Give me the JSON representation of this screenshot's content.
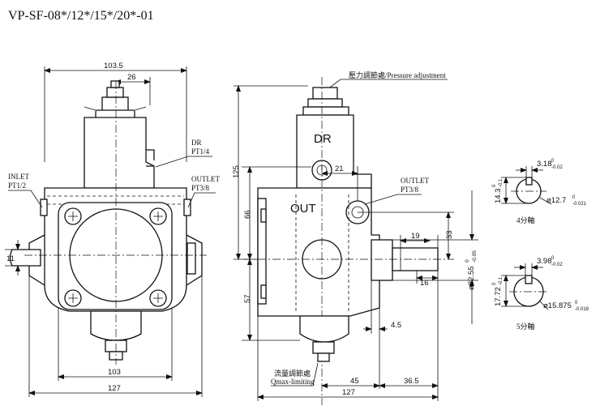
{
  "title": "VP-SF-08*/12*/15*/20*-01",
  "front_view": {
    "dims": {
      "top_width": "103.5",
      "offset_26": "26",
      "bottom_inner": "103",
      "bottom_overall": "127",
      "shaft_dia": "11"
    },
    "labels": {
      "inlet_name": "INLET",
      "inlet_size": "PT1/2",
      "outlet_name": "OUTLET",
      "outlet_size": "PT3/8",
      "drain_name": "DR",
      "drain_size": "PT1/4"
    }
  },
  "side_view": {
    "dims": {
      "height_125": "125",
      "height_66": "66",
      "height_57": "57",
      "offset_21": "21",
      "offset_33": "33",
      "pilot_dia": "ø82.55",
      "pilot_tol_upper": "0",
      "pilot_tol_lower": "-0.05",
      "shaft_19": "19",
      "shaft_16": "16",
      "flange_4_5": "4.5",
      "base_45": "45",
      "base_36_5": "36.5",
      "overall_127": "127"
    },
    "labels": {
      "pressure_adj": "壓力調節處/Pressure adjustment",
      "flow_adj_cn": "流量調節處",
      "flow_adj_en": "Qmax-limiting",
      "dr_mark": "DR",
      "out_mark": "OUT",
      "outlet_name": "OUTLET",
      "outlet_size": "PT3/8"
    }
  },
  "shafts": [
    {
      "key_width": "3.18",
      "key_tol_upper": "0",
      "key_tol_lower": "-0.02",
      "key_height": "14.3",
      "height_tol_upper": "0",
      "height_tol_lower": "-0.1",
      "dia": "ø12.7",
      "dia_tol_upper": "0",
      "dia_tol_lower": "-0.021",
      "caption": "4分軸"
    },
    {
      "key_width": "3.98",
      "key_tol_upper": "0",
      "key_tol_lower": "-0.02",
      "key_height": "17.72",
      "height_tol_upper": "0",
      "height_tol_lower": "-0.1",
      "dia": "ø15.875",
      "dia_tol_upper": "0",
      "dia_tol_lower": "-0.018",
      "caption": "5分軸"
    }
  ]
}
